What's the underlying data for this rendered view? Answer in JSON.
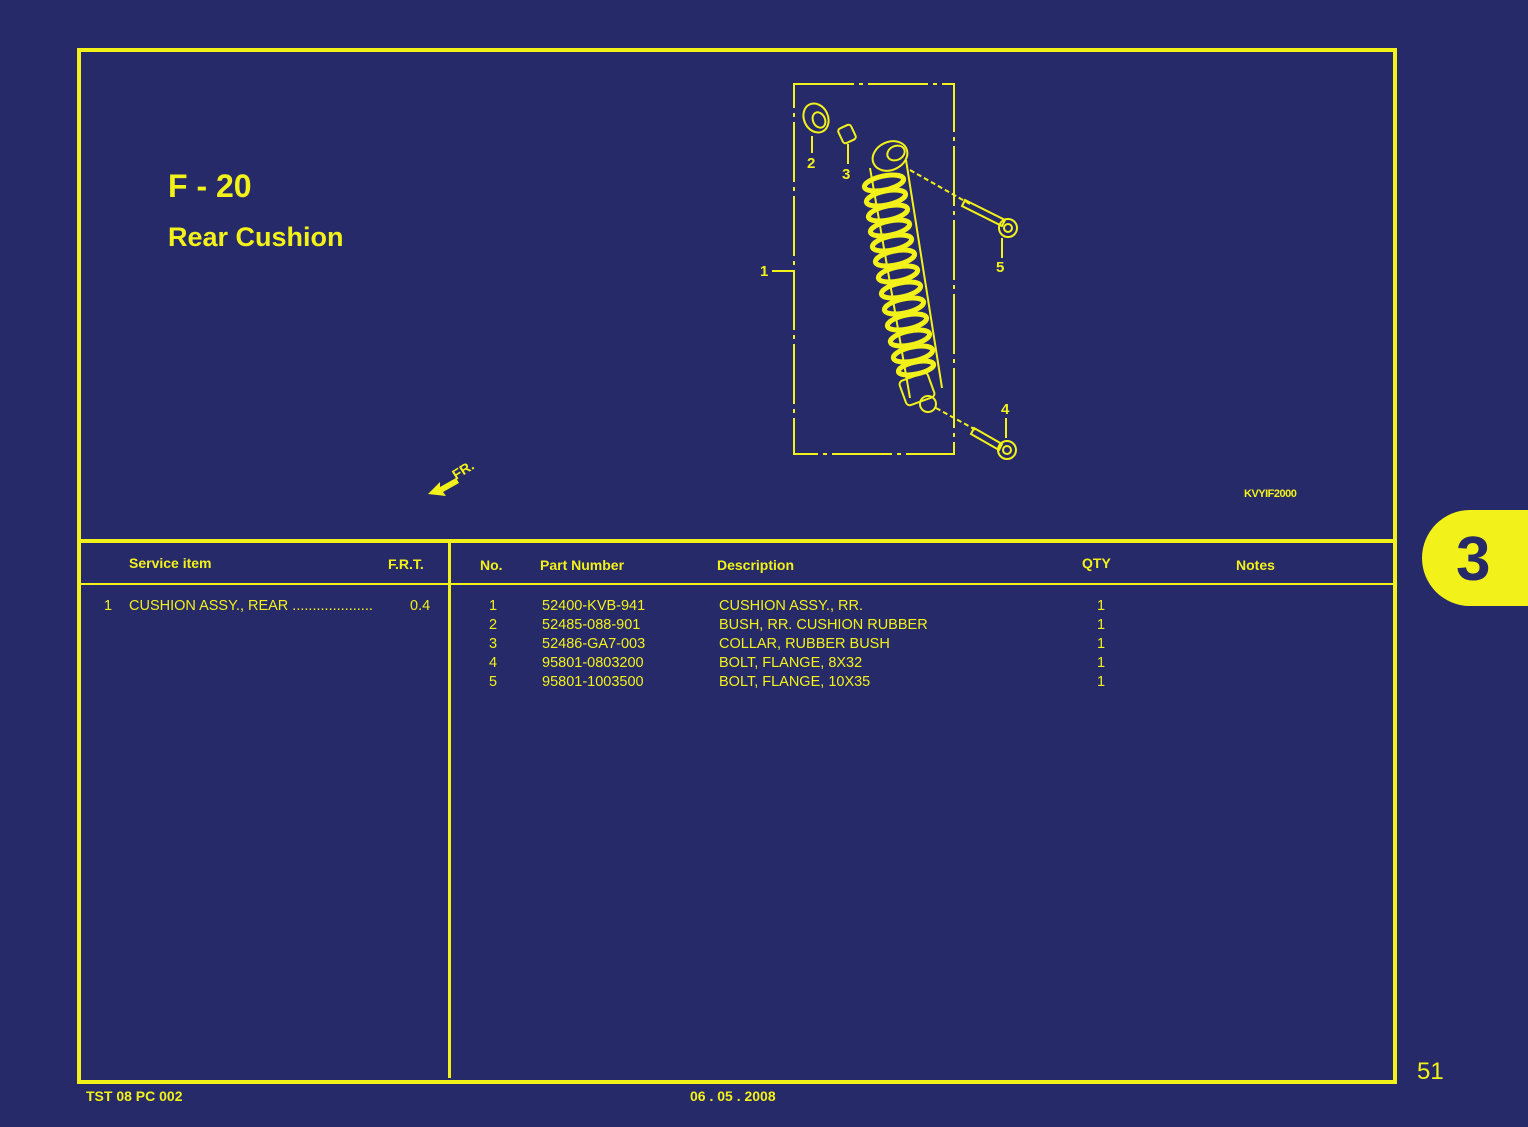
{
  "page": {
    "section_code": "F - 20",
    "section_title": "Rear Cushion",
    "catalog_code": "KVYIF2000",
    "arrow_label": "FR.",
    "tab_number": "3",
    "page_number": "51",
    "footer_left": "TST 08 PC 002",
    "footer_date": "06 . 05 . 2008"
  },
  "diagram": {
    "callouts": [
      "1",
      "2",
      "3",
      "4",
      "5"
    ]
  },
  "service_table": {
    "headers": {
      "item": "Service item",
      "frt": "F.R.T."
    },
    "rows": [
      {
        "no": "1",
        "item": "CUSHION ASSY., REAR ....................",
        "frt": "0.4"
      }
    ]
  },
  "parts_table": {
    "headers": {
      "no": "No.",
      "part_number": "Part Number",
      "description": "Description",
      "qty": "QTY",
      "notes": "Notes"
    },
    "rows": [
      {
        "no": "1",
        "part_number": "52400-KVB-941",
        "description": "CUSHION ASSY., RR.",
        "qty": "1",
        "notes": ""
      },
      {
        "no": "2",
        "part_number": "52485-088-901",
        "description": "BUSH, RR. CUSHION RUBBER",
        "qty": "1",
        "notes": ""
      },
      {
        "no": "3",
        "part_number": "52486-GA7-003",
        "description": "COLLAR, RUBBER BUSH",
        "qty": "1",
        "notes": ""
      },
      {
        "no": "4",
        "part_number": "95801-0803200",
        "description": "BOLT, FLANGE, 8X32",
        "qty": "1",
        "notes": ""
      },
      {
        "no": "5",
        "part_number": "95801-1003500",
        "description": "BOLT, FLANGE, 10X35",
        "qty": "1",
        "notes": ""
      }
    ]
  },
  "colors": {
    "background": "#272a68",
    "foreground": "#f2f21a"
  }
}
